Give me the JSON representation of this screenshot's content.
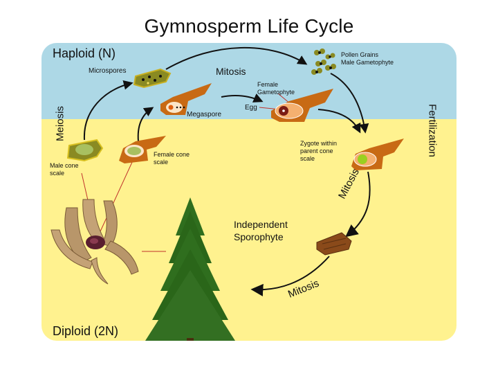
{
  "title": "Gymnosperm Life Cycle",
  "regions": {
    "haploid": "Haploid (N)",
    "diploid": "Diploid (2N)"
  },
  "labels": {
    "microspores": "Microspores",
    "mitosis_top": "Mitosis",
    "pollen_line1": "Pollen Grains",
    "pollen_line2": "Male Gametophyte",
    "female_gam_line1": "Female",
    "female_gam_line2": "Gametophyte",
    "egg": "Egg",
    "megaspore": "Megaspore",
    "meiosis": "Meiosis",
    "fertilization": "Fertilization",
    "male_cone_line1": "Male cone",
    "male_cone_line2": "scale",
    "female_cone_line1": "Female cone",
    "female_cone_line2": "scale",
    "zygote_line1": "Zygote within",
    "zygote_line2": "parent cone",
    "zygote_line3": "scale",
    "mitosis_right": "Mitosis",
    "sporophyte_line1": "Independent",
    "sporophyte_line2": "Sporophyte",
    "mitosis_bottom": "Mitosis"
  },
  "colors": {
    "haploid_bg": "#add8e6",
    "diploid_bg": "#fff28f",
    "cone_scale": "#c86a14",
    "pollen": "#8a8a22",
    "tree": "#2f6e1e"
  },
  "icons": [
    "microspore-cluster-icon",
    "pollen-grain-icon",
    "cone-scale-icon",
    "seed-icon",
    "pine-tree-icon",
    "pine-cone-icon"
  ]
}
